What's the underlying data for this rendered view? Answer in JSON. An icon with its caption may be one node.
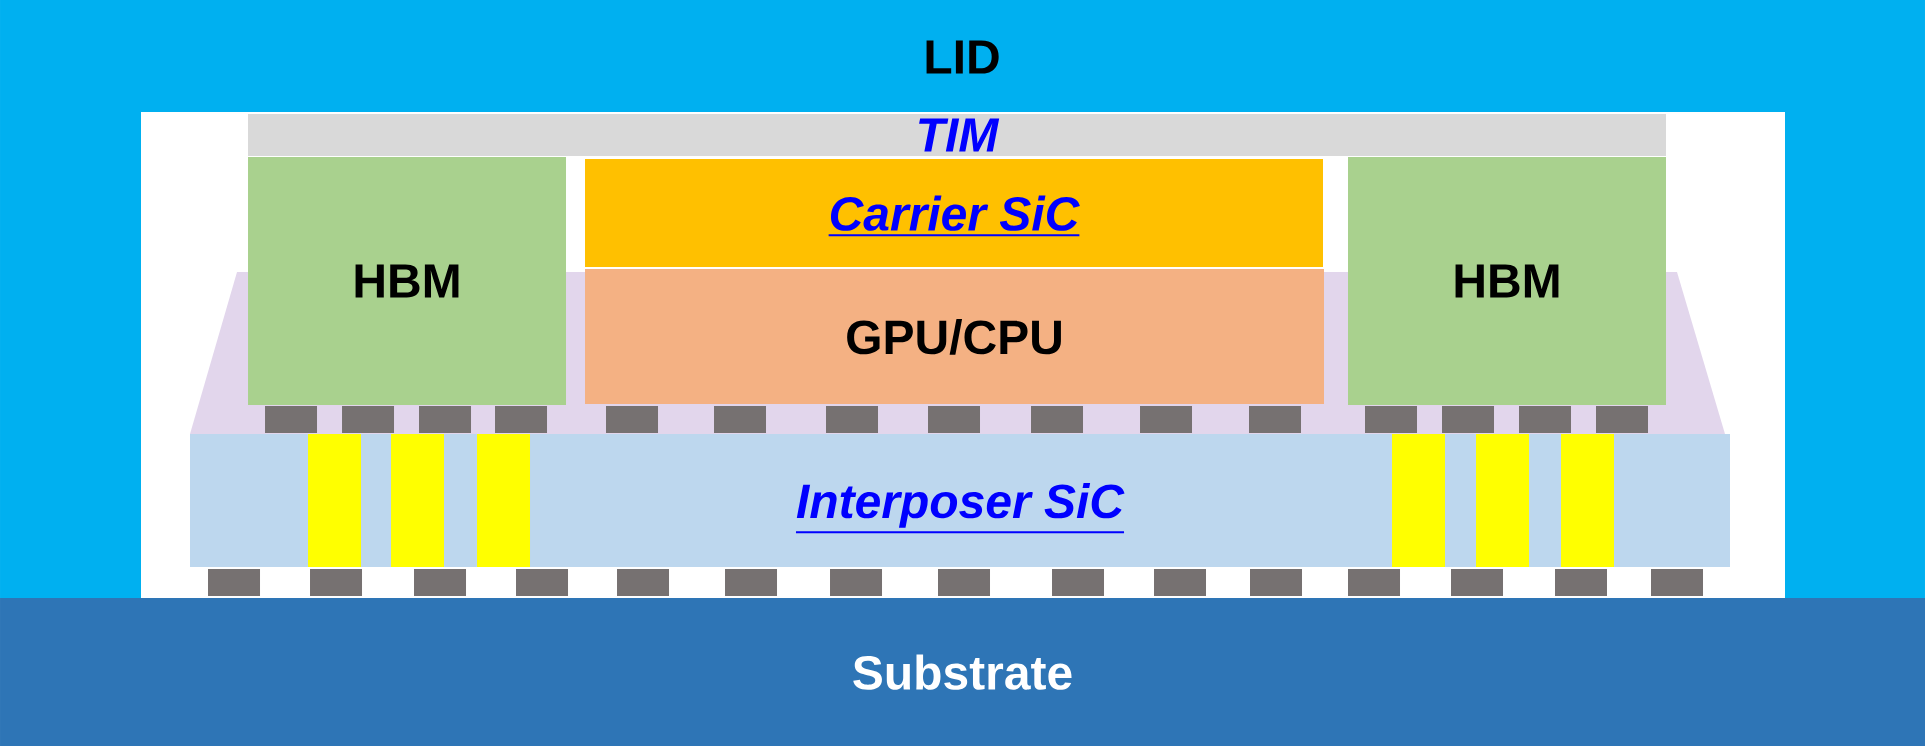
{
  "diagram": {
    "nodes": [
      {
        "text": [
          "LID"
        ]
      },
      {
        "text": [
          "TIM"
        ]
      },
      {
        "text": [
          "HBM"
        ]
      },
      {
        "text": [
          "Carrier SiC"
        ]
      },
      {
        "text": [
          "GPU/CPU"
        ]
      },
      {
        "text": [
          "HBM"
        ]
      },
      {
        "text": [
          "Interposer SiC"
        ]
      },
      {
        "text": [
          "Substrate"
        ]
      }
    ]
  }
}
